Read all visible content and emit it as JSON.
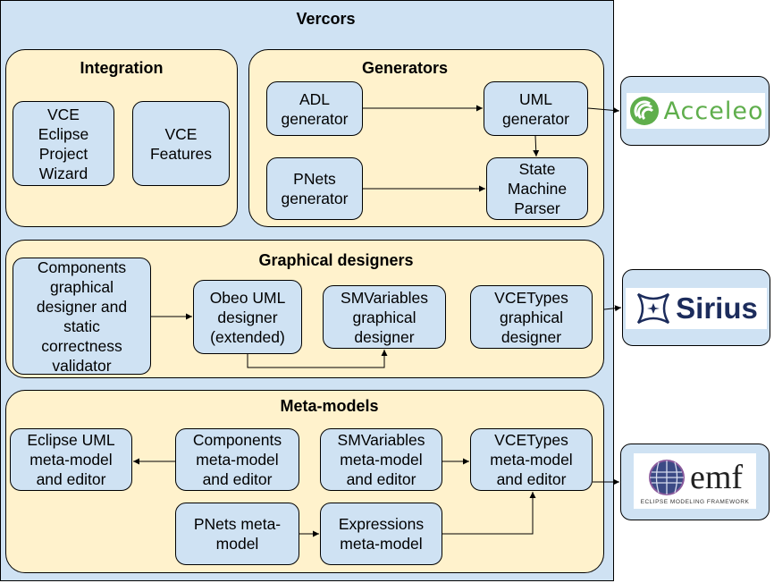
{
  "title": "Vercors",
  "groups": {
    "integration": {
      "title": "Integration",
      "boxes": [
        "VCE\nEclipse\nProject\nWizard",
        "VCE\nFeatures"
      ]
    },
    "generators": {
      "title": "Generators",
      "boxes": [
        "ADL\ngenerator",
        "UML\ngenerator",
        "PNets\ngenerator",
        "State\nMachine\nParser"
      ]
    },
    "graphical": {
      "title": "Graphical designers",
      "boxes": [
        "Components\ngraphical\ndesigner and\nstatic\ncorrectness\nvalidator",
        "Obeo UML\ndesigner\n(extended)",
        "SMVariables\ngraphical\ndesigner",
        "VCETypes\ngraphical\ndesigner"
      ]
    },
    "metamodels": {
      "title": "Meta-models",
      "boxes": [
        "Eclipse UML\nmeta-model\nand editor",
        "Components\nmeta-model\nand editor",
        "SMVariables\nmeta-model\nand editor",
        "VCETypes\nmeta-model\nand editor",
        "PNets meta-\nmodel",
        "Expressions\nmeta-model"
      ]
    }
  },
  "external": {
    "acceleo": "Acceleo",
    "sirius": "Sirius",
    "emf": {
      "main": "emf",
      "sub": "ECLIPSE MODELING FRAMEWORK"
    }
  },
  "colors": {
    "container": "#cfe2f3",
    "group": "#fff2cc",
    "acceleo_green": "#5fae4c",
    "sirius_navy": "#1c2c5c",
    "emf_navy": "#2a3a6a"
  }
}
